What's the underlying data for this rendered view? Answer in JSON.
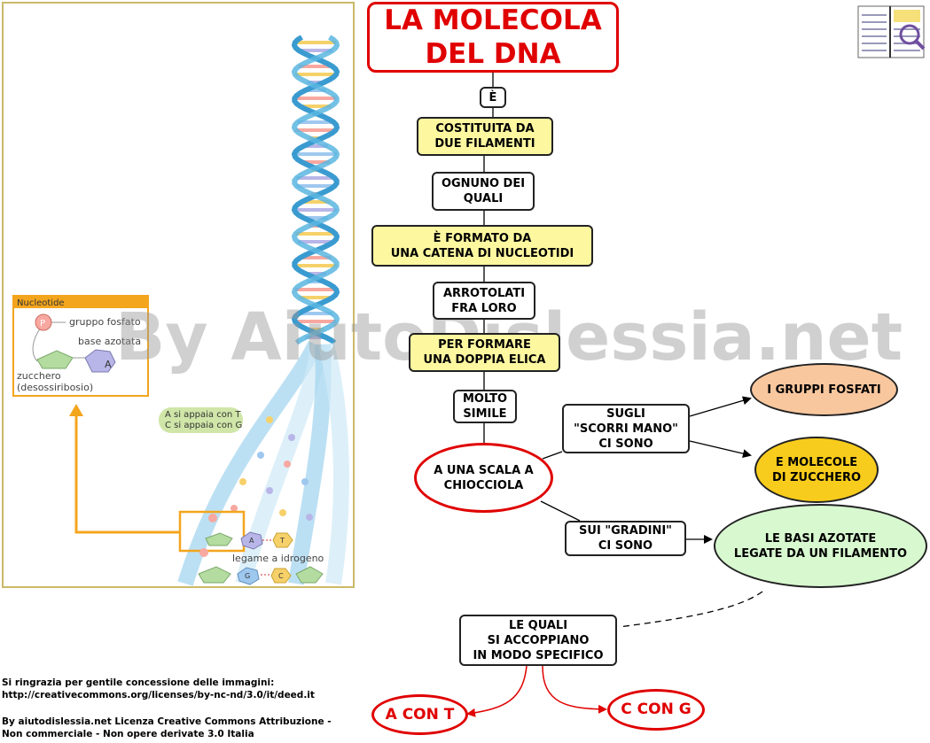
{
  "title": "LA MOLECOLA\nDEL DNA",
  "nodes": {
    "e": "È",
    "costituita": "COSTITUITA DA\nDUE FILAMENTI",
    "ognuno": "OGNUNO DEI\nQUALI",
    "formato": "È FORMATO DA\nUNA CATENA DI NUCLEOTIDI",
    "arrotolati": "ARROTOLATI\nFRA LORO",
    "formare": "PER FORMARE\nUNA DOPPIA ELICA",
    "molto": "MOLTO\nSIMILE",
    "scala": "A UNA SCALA A\nCHIOCCIOLA",
    "sugli": "SUGLI\n\"SCORRI MANO\"\nCI SONO",
    "gradini": "SUI \"GRADINI\"\nCI SONO",
    "fosfati": "I GRUPPI FOSFATI",
    "zucchero": "E MOLECOLE\nDI ZUCCHERO",
    "basi": "LE BASI AZOTATE\nLEGATE DA UN FILAMENTO",
    "quali": "LE QUALI\nSI ACCOPPIANO\nIN MODO SPECIFICO",
    "acont": "A CON T",
    "cong": "C CON G"
  },
  "watermark": "By AiutoDislessia.net",
  "image": {
    "nucleotide_title": "Nucleotide",
    "gruppo_fosfato": "gruppo fosfato",
    "base_azotata": "base azotata",
    "zucchero": "zucchero",
    "desossiribosio": "(desossiribosio)",
    "p": "P",
    "a": "A",
    "pair1": "A si appaia con T",
    "pair2": "C si appaia con G",
    "legame": "legame a idrogeno",
    "t": "T",
    "g": "G",
    "c": "C"
  },
  "credits": {
    "line1": "Si ringrazia per gentile concessione delle immagini:",
    "line2": "http://creativecommons.org/licenses/by-nc-nd/3.0/it/deed.it",
    "line3": "By aiutodislessia.net Licenza Creative Commons Attribuzione -",
    "line4": "Non commerciale - Non opere derivate 3.0 Italia"
  },
  "colors": {
    "title_red": "#e00000",
    "yellow_box": "#fdf7a0",
    "fosfati_fill": "#f9c79e",
    "zucchero_fill": "#f8cc1c",
    "basi_fill": "#d8f8d0",
    "frame_border": "#cbb96a",
    "arrow_orange": "#f3a51d"
  },
  "logo_icon": "book-magnifier-logo"
}
